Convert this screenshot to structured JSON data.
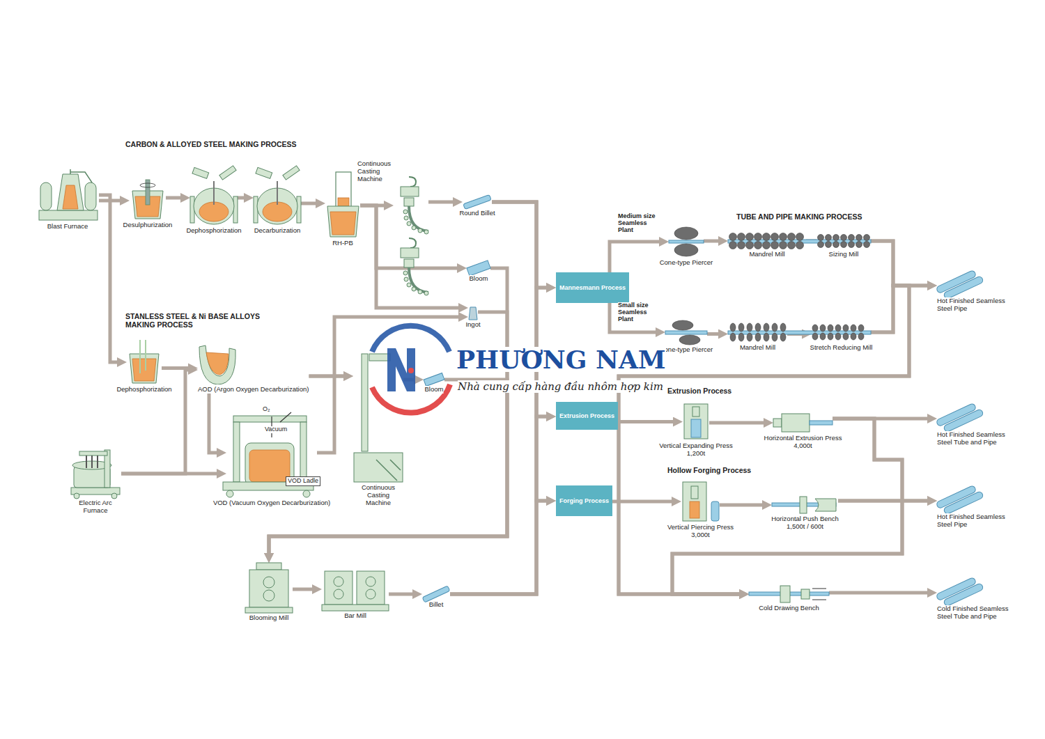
{
  "diagram": {
    "nodes": [
      {
        "text": [
          "Blast Furnace"
        ]
      },
      {
        "text": [
          "Desulphurization"
        ]
      },
      {
        "text": [
          "Dephosphorization"
        ]
      },
      {
        "text": [
          "Decarburization"
        ]
      },
      {
        "text": [
          "RH-PB"
        ]
      },
      {
        "text": [
          "Continuous Casting Machine"
        ]
      },
      {
        "text": [
          "Round Billet"
        ]
      },
      {
        "text": [
          "Bloom"
        ]
      },
      {
        "text": [
          "Ingot"
        ]
      },
      {
        "text": [
          "Dephosphorization"
        ]
      },
      {
        "text": [
          "AOD (Argon Oxygen Decarburization)"
        ]
      },
      {
        "text": [
          "Electric Arc Furnace"
        ]
      },
      {
        "text": [
          "VOD (Vacuum Oxygen Decarburization)"
        ]
      },
      {
        "text": [
          "Continuous Casting Machine"
        ]
      },
      {
        "text": [
          "Bloom"
        ]
      },
      {
        "text": [
          "Blooming Mill"
        ]
      },
      {
        "text": [
          "Bar Mill"
        ]
      },
      {
        "text": [
          "Billet"
        ]
      },
      {
        "text": [
          "Mannesmann Process"
        ]
      },
      {
        "text": [
          "Extrusion Process"
        ]
      },
      {
        "text": [
          "Forging Process"
        ]
      },
      {
        "text": [
          "Cone-type Piercer"
        ]
      },
      {
        "text": [
          "Mandrel Mill"
        ]
      },
      {
        "text": [
          "Sizing Mill"
        ]
      },
      {
        "text": [
          "Cone-type Piercer"
        ]
      },
      {
        "text": [
          "Mandrel Mill"
        ]
      },
      {
        "text": [
          "Stretch Reducing Mill"
        ]
      },
      {
        "text": [
          "Vertical Expanding Press",
          "1,200t"
        ]
      },
      {
        "text": [
          "Horizontal Extrusion Press",
          "4,000t"
        ]
      },
      {
        "text": [
          "Vertical Piercing Press",
          "3,000t"
        ]
      },
      {
        "text": [
          "Horizontal Push Bench",
          "1,500t / 600t"
        ]
      },
      {
        "text": [
          "Cold Drawing Bench"
        ]
      },
      {
        "text": [
          "Hot Finished Seamless Steel Pipe"
        ]
      },
      {
        "text": [
          "Hot Finished Seamless Steel Tube and Pipe"
        ]
      },
      {
        "text": [
          "Hot Finished Seamless Steel Pipe"
        ]
      },
      {
        "text": [
          "Cold Finished Seamless Steel Tube and Pipe"
        ]
      }
    ],
    "edges": [
      {
        "from": 0,
        "to": 1,
        "arrow": "to"
      },
      {
        "from": 1,
        "to": 2,
        "arrow": "to"
      },
      {
        "from": 2,
        "to": 3,
        "arrow": "to"
      },
      {
        "from": 3,
        "to": 4,
        "arrow": "to"
      },
      {
        "from": 4,
        "to": 5,
        "arrow": "to"
      },
      {
        "from": 4,
        "to": 7,
        "arrow": "to"
      },
      {
        "from": 4,
        "to": 8,
        "arrow": "to"
      },
      {
        "from": 5,
        "to": 6,
        "arrow": "to"
      },
      {
        "from": 0,
        "to": 9,
        "arrow": "to"
      },
      {
        "from": 9,
        "to": 10,
        "arrow": "to"
      },
      {
        "from": 11,
        "to": 10,
        "arrow": "to"
      },
      {
        "from": 11,
        "to": 12,
        "arrow": "to"
      },
      {
        "from": 10,
        "to": 12,
        "arrow": "to"
      },
      {
        "from": 10,
        "to": 13,
        "arrow": "to"
      },
      {
        "from": 10,
        "to": 8,
        "arrow": "to"
      },
      {
        "from": 12,
        "to": 13,
        "arrow": "to"
      },
      {
        "from": 13,
        "to": 14,
        "arrow": "to"
      },
      {
        "from": 6,
        "to": 18,
        "arrow": "to"
      },
      {
        "from": 6,
        "to": 19,
        "arrow": "to"
      },
      {
        "from": 6,
        "to": 20,
        "arrow": "to"
      },
      {
        "from": 7,
        "to": 15,
        "arrow": "to"
      },
      {
        "from": 8,
        "to": 15,
        "arrow": "to"
      },
      {
        "from": 14,
        "to": 15,
        "arrow": "to"
      },
      {
        "from": 15,
        "to": 16,
        "arrow": "to"
      },
      {
        "from": 16,
        "to": 17,
        "arrow": "to"
      },
      {
        "from": 17,
        "to": 18,
        "arrow": "to"
      },
      {
        "from": 17,
        "to": 19,
        "arrow": "to"
      },
      {
        "from": 17,
        "to": 20,
        "arrow": "to"
      },
      {
        "from": 18,
        "to": 21,
        "arrow": "to"
      },
      {
        "from": 18,
        "to": 24,
        "arrow": "to"
      },
      {
        "from": 21,
        "to": 22,
        "arrow": "to"
      },
      {
        "from": 22,
        "to": 23,
        "arrow": "none"
      },
      {
        "from": 23,
        "to": 32,
        "arrow": "to"
      },
      {
        "from": 24,
        "to": 25,
        "arrow": "to"
      },
      {
        "from": 25,
        "to": 26,
        "arrow": "to"
      },
      {
        "from": 26,
        "to": 32,
        "arrow": "to"
      },
      {
        "from": 23,
        "to": 31,
        "arrow": "to"
      },
      {
        "from": 26,
        "to": 31,
        "arrow": "to"
      },
      {
        "from": 19,
        "to": 27,
        "arrow": "to"
      },
      {
        "from": 27,
        "to": 28,
        "arrow": "to"
      },
      {
        "from": 28,
        "to": 33,
        "arrow": "to"
      },
      {
        "from": 28,
        "to": 34,
        "arrow": "to"
      },
      {
        "from": 28,
        "to": 31,
        "arrow": "to"
      },
      {
        "from": 20,
        "to": 29,
        "arrow": "to"
      },
      {
        "from": 29,
        "to": 30,
        "arrow": "to"
      },
      {
        "from": 30,
        "to": 34,
        "arrow": "to"
      },
      {
        "from": 30,
        "to": 31,
        "arrow": "to"
      },
      {
        "from": 31,
        "to": 35,
        "arrow": "to"
      }
    ],
    "labels": [
      "CARBON & ALLOYED STEEL MAKING PROCESS",
      "STANLESS STEEL & Ni BASE ALLOYS MAKING PROCESS",
      "O₂",
      "Vacuum",
      "VOD Ladle",
      "TUBE AND PIPE MAKING PROCESS",
      "Medium size Seamless Plant",
      "Small size Seamless Plant",
      "Extrusion Process",
      "Hollow Forging Process",
      "PHƯƠNG NAM",
      "Nhà cung cấp hàng đầu nhôm hợp kim"
    ]
  }
}
